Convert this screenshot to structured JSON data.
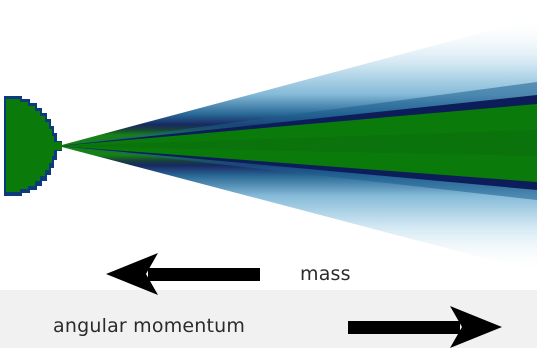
{
  "labels": {
    "mass": "mass",
    "angular_momentum": "angular momentum"
  },
  "colors": {
    "background_outer": "#f1f1f1",
    "panel": "#ffffff",
    "core_green": "#0a7a0a",
    "edge_navy": "#0c1d5a",
    "mid_blue": "#1d5f8f",
    "light_blue": "#cfe6f2",
    "arrow": "#000000"
  },
  "arrows": {
    "mass_direction": "left",
    "angular_momentum_direction": "right"
  }
}
